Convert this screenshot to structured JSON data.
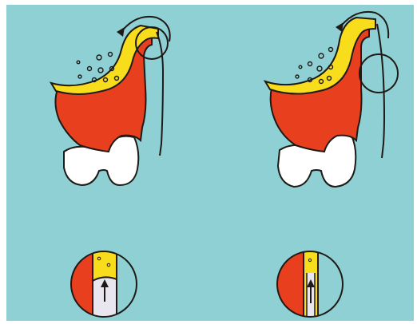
{
  "colors": {
    "background": "#8ed0d4",
    "frame": "#ffffff",
    "bone": "#e8401f",
    "graft": "#f7dd1b",
    "outline": "#1f1a16",
    "tooth": "#ffffff",
    "detail_white": "#e9e6f0"
  },
  "panels": [
    {
      "label": "",
      "icon": "left-graft-diagram"
    },
    {
      "label": "",
      "icon": "right-graft-diagram"
    },
    {
      "label": "",
      "icon": "left-magnified-detail"
    },
    {
      "label": "",
      "icon": "right-magnified-detail"
    }
  ]
}
